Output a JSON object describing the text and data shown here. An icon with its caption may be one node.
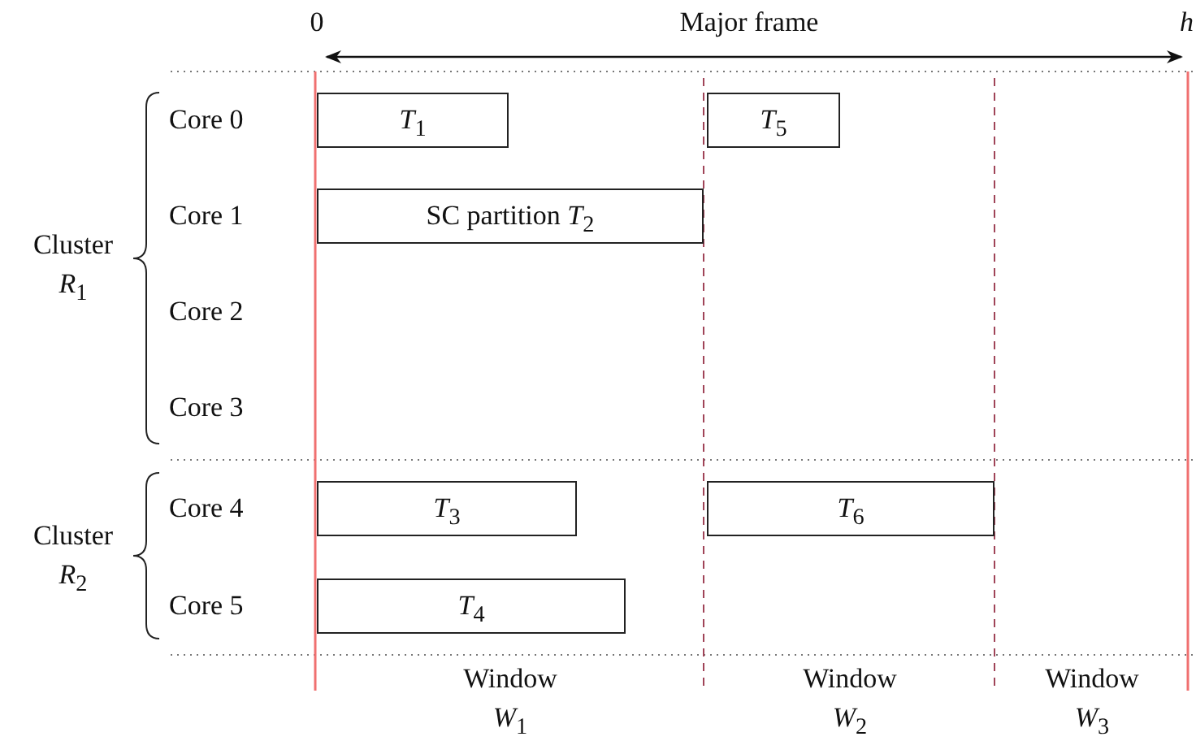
{
  "diagram": {
    "nodes": [
      {
        "text": [
          "*T*$_{1}$"
        ]
      },
      {
        "text": [
          "*T*$_{5}$"
        ]
      },
      {
        "text": [
          "SC partition *T*$_{2}$"
        ]
      },
      {
        "text": [
          "*T*$_{3}$"
        ]
      },
      {
        "text": [
          "*T*$_{6}$"
        ]
      },
      {
        "text": [
          "*T*$_{4}$"
        ]
      }
    ],
    "labels": [
      "0",
      "Major frame",
      "*h*",
      "Cluster *R*$_{1}$",
      "Core 0",
      "Core 1",
      "Core 2",
      "Core 3",
      "Cluster *R*$_{2}$",
      "Core 4",
      "Core 5",
      "Window *W*$_{1}$",
      "Window *W*$_{2}$",
      "Window *W*$_{3}$"
    ]
  }
}
